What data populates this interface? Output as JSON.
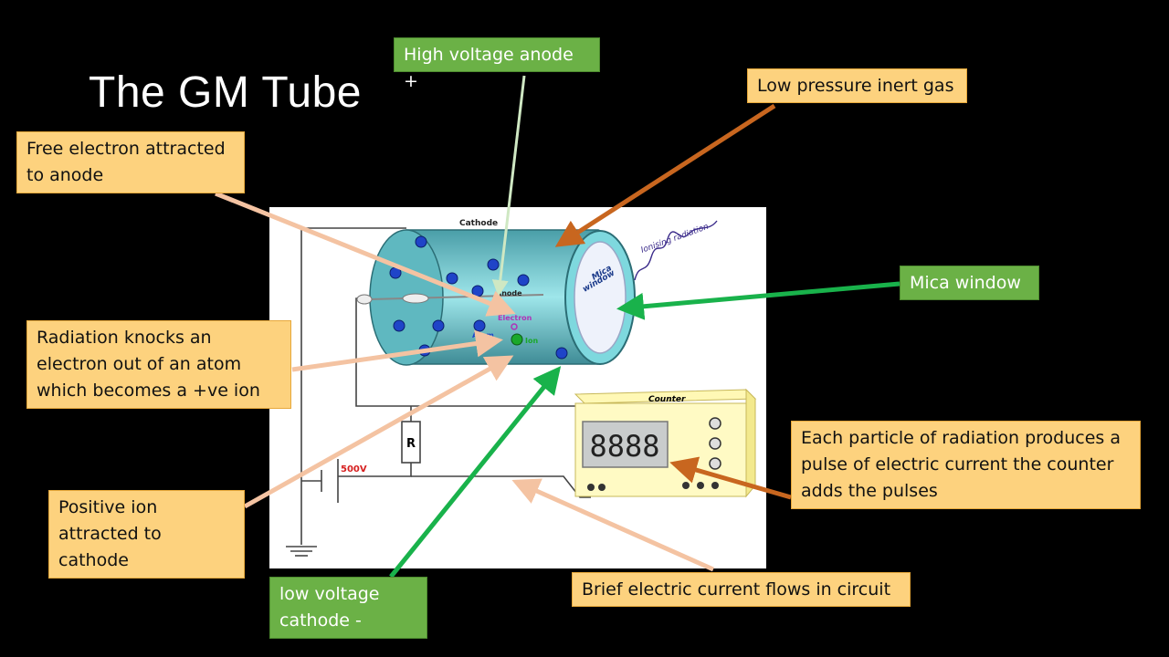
{
  "title": "The GM Tube",
  "labels": {
    "anode": "High voltage anode +",
    "gas": "Low pressure inert gas",
    "free_electron": [
      "Free electron attracted",
      "to anode"
    ],
    "mica": "Mica window",
    "radiation": [
      "Radiation knocks an",
      "electron out of an atom",
      "which becomes a +ve ion"
    ],
    "pulse": [
      "Each particle of radiation produces a",
      "pulse of electric current the counter",
      "adds the pulses"
    ],
    "positive_ion": [
      "Positive ion",
      "attracted to",
      "cathode"
    ],
    "cathode": [
      "low voltage",
      "cathode -"
    ],
    "current": "Brief electric current flows in circuit"
  },
  "diagram": {
    "cathode": "Cathode",
    "anode": "Anode",
    "electron": "Electron",
    "atom": "Atom",
    "ion": "Ion",
    "mica_window": [
      "Mica",
      "window"
    ],
    "ionising_radiation": "Ionising radiation",
    "counter": "Counter",
    "display": "8888",
    "resistor": "R",
    "voltage": "500V"
  },
  "colors": {
    "orange_fill": "#fdd27e",
    "green_fill": "#6bb146",
    "peach_arrow": "#f4c3a2",
    "green_arrow": "#19b24b",
    "brown_arrow": "#c8661f",
    "light_green_arrow": "#cfe8c3"
  }
}
